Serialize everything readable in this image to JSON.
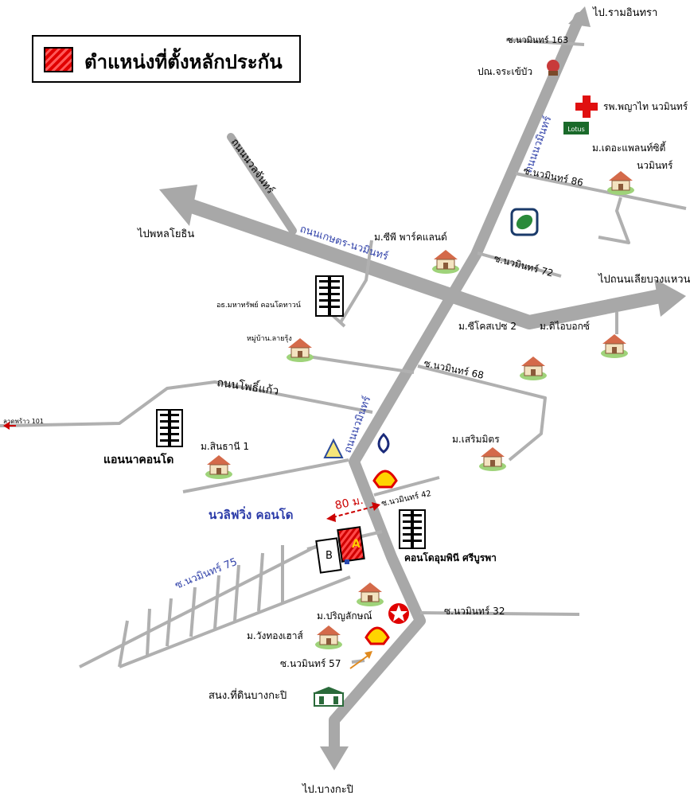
{
  "legend": {
    "label": "ตำแหน่งที่ตั้งหลักประกัน",
    "color": "#e00000"
  },
  "roads": {
    "nawamin_main": "ถนนนวมินทร์",
    "kaset_nawamin": "ถนนเกษตร-นวมินทร์",
    "nuanchan": "ถนนนวลจันทร์",
    "phokaeo": "ถนนโพธิ์แก้ว"
  },
  "directions": {
    "ram_inthra": "ไป.รามอินทรา",
    "phahonyothin": "ไปพหลโยธิน",
    "liap_wari": "ไปถนนเลียบวงแหวน",
    "bang_kapi": "ไป.บางกะปิ",
    "lat_phrao": "ลาดพร้าว 101"
  },
  "soi": {
    "s163": "ซ.นวมินทร์ 163",
    "s86": "ซ.นวมินทร์ 86",
    "s72": "ซ.นวมินทร์ 72",
    "s68": "ซ.นวมินทร์ 68",
    "s42": "ซ.นวมินทร์ 42",
    "s75": "ซ.นวมินทร์ 75",
    "s32": "ซ.นวมินทร์ 32",
    "s57": "ซ.นวมินทร์ 57"
  },
  "places": {
    "post_office": "ปณ.จระเข้บัว",
    "hospital": "รพ.พญาไท นวมินทร์",
    "the_plant_line1": "ม.เดอะแพลนท์ซิตี้",
    "the_plant_line2": "นวมินทร์",
    "cp_park": "ม.ซีพี พาร์คแลนด์",
    "phatsaraphan": "อธ.มหาทรัพย์ คอนโดทาวน์",
    "lai_rung": "หมู่บ้าน.ลายรุ้ง",
    "c_space": "ม.ซีโคสเปซ 2",
    "d_ibox": "ม.ดิไอบอกซ์",
    "anna_condo": "แอนนาคอนโด",
    "sinthani": "ม.สินธานี 1",
    "roemmit": "ม.เสริมมิตร",
    "nawa_living": "นวลิฟวิ่ง คอนโด",
    "umphini": "คอนโดอุมพินี ศรีบูรพา",
    "parinya": "ม.ปริญลักษณ์",
    "wang_thong": "ม.วังทองเฮาส์",
    "land_office": "สนง.ที่ดินบางกะปิ",
    "lotus": "Lotus"
  },
  "distance": "80 ม.",
  "markers": {
    "a": "A",
    "b": "B"
  },
  "colors": {
    "road": "#a8a8a8",
    "soi_text": "#3344aa",
    "distance": "#cc0000",
    "accent": "#cc0000"
  }
}
